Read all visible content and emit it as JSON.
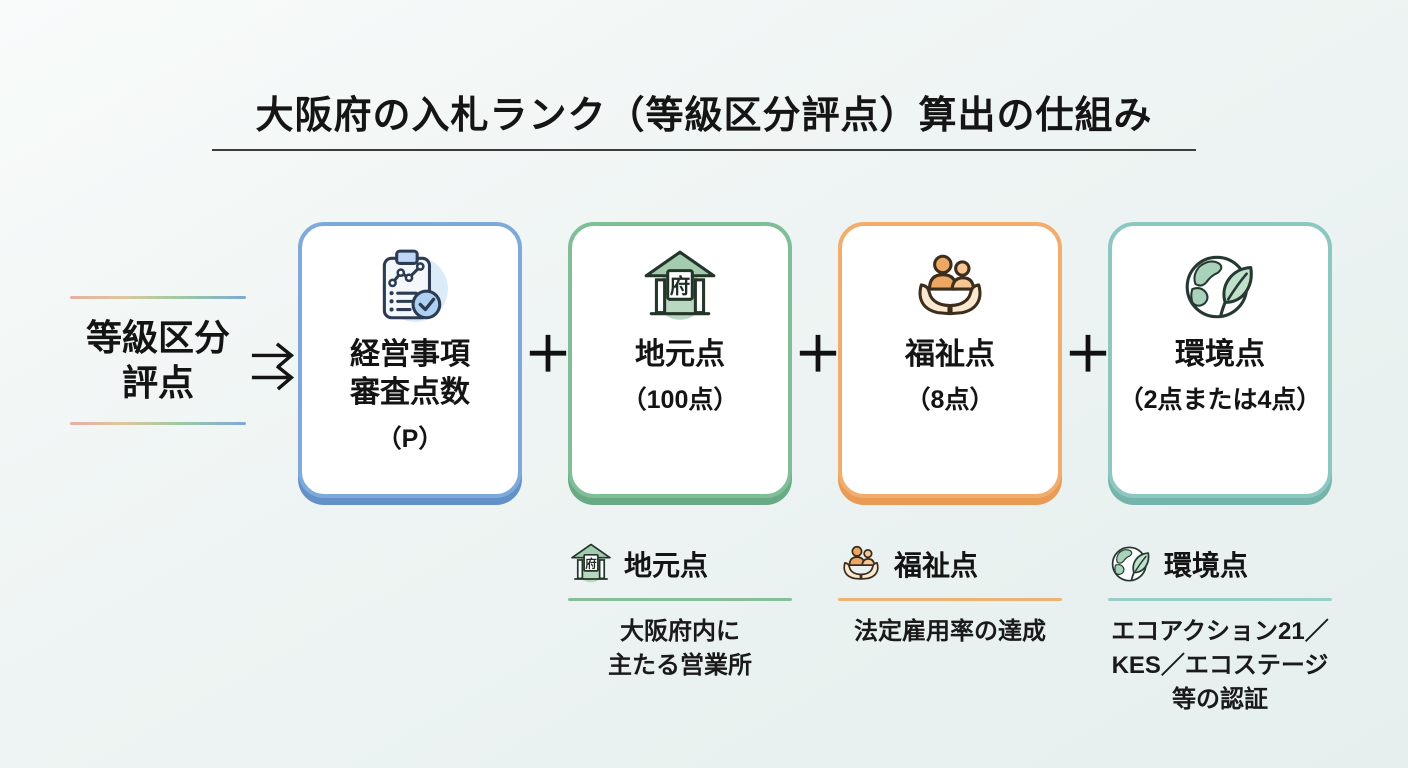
{
  "title": "大阪府の入札ランク（等級区分評点）算出の仕組み",
  "colors": {
    "background": "#eef4f3",
    "text": "#1a1a1a",
    "card_blue": "#7ea9db",
    "card_blue_dark": "#6390c7",
    "card_green": "#7fbe97",
    "card_green_dark": "#68aa83",
    "card_orange": "#f0ad6c",
    "card_orange_dark": "#e99a55",
    "card_teal": "#8cc8c0",
    "card_teal_dark": "#74b4ab",
    "gradient_line": "pink-green-blue"
  },
  "formula": {
    "result_label": "等級区分\n評点",
    "arrow_icon": "double-arrow-right-icon",
    "plus": "＋",
    "boxes": [
      {
        "icon": "clipboard-chart-check-icon",
        "title": "経営事項\n審査点数",
        "sub": "（P）"
      },
      {
        "icon": "prefecture-building-icon",
        "title": "地元点",
        "sub": "（100点）"
      },
      {
        "icon": "hands-holding-people-icon",
        "title": "福祉点",
        "sub": "（8点）"
      },
      {
        "icon": "globe-leaf-icon",
        "title": "環境点",
        "sub": "（2点または4点）"
      }
    ]
  },
  "building_glyph": "府",
  "legends": [
    {
      "icon": "prefecture-building-icon",
      "label": "地元点",
      "description": "大阪府内に\n主たる営業所"
    },
    {
      "icon": "hands-holding-people-icon",
      "label": "福祉点",
      "description": "法定雇用率の達成"
    },
    {
      "icon": "globe-leaf-icon",
      "label": "環境点",
      "description": "エコアクション21／\nKES／エコステージ\n等の認証"
    }
  ]
}
